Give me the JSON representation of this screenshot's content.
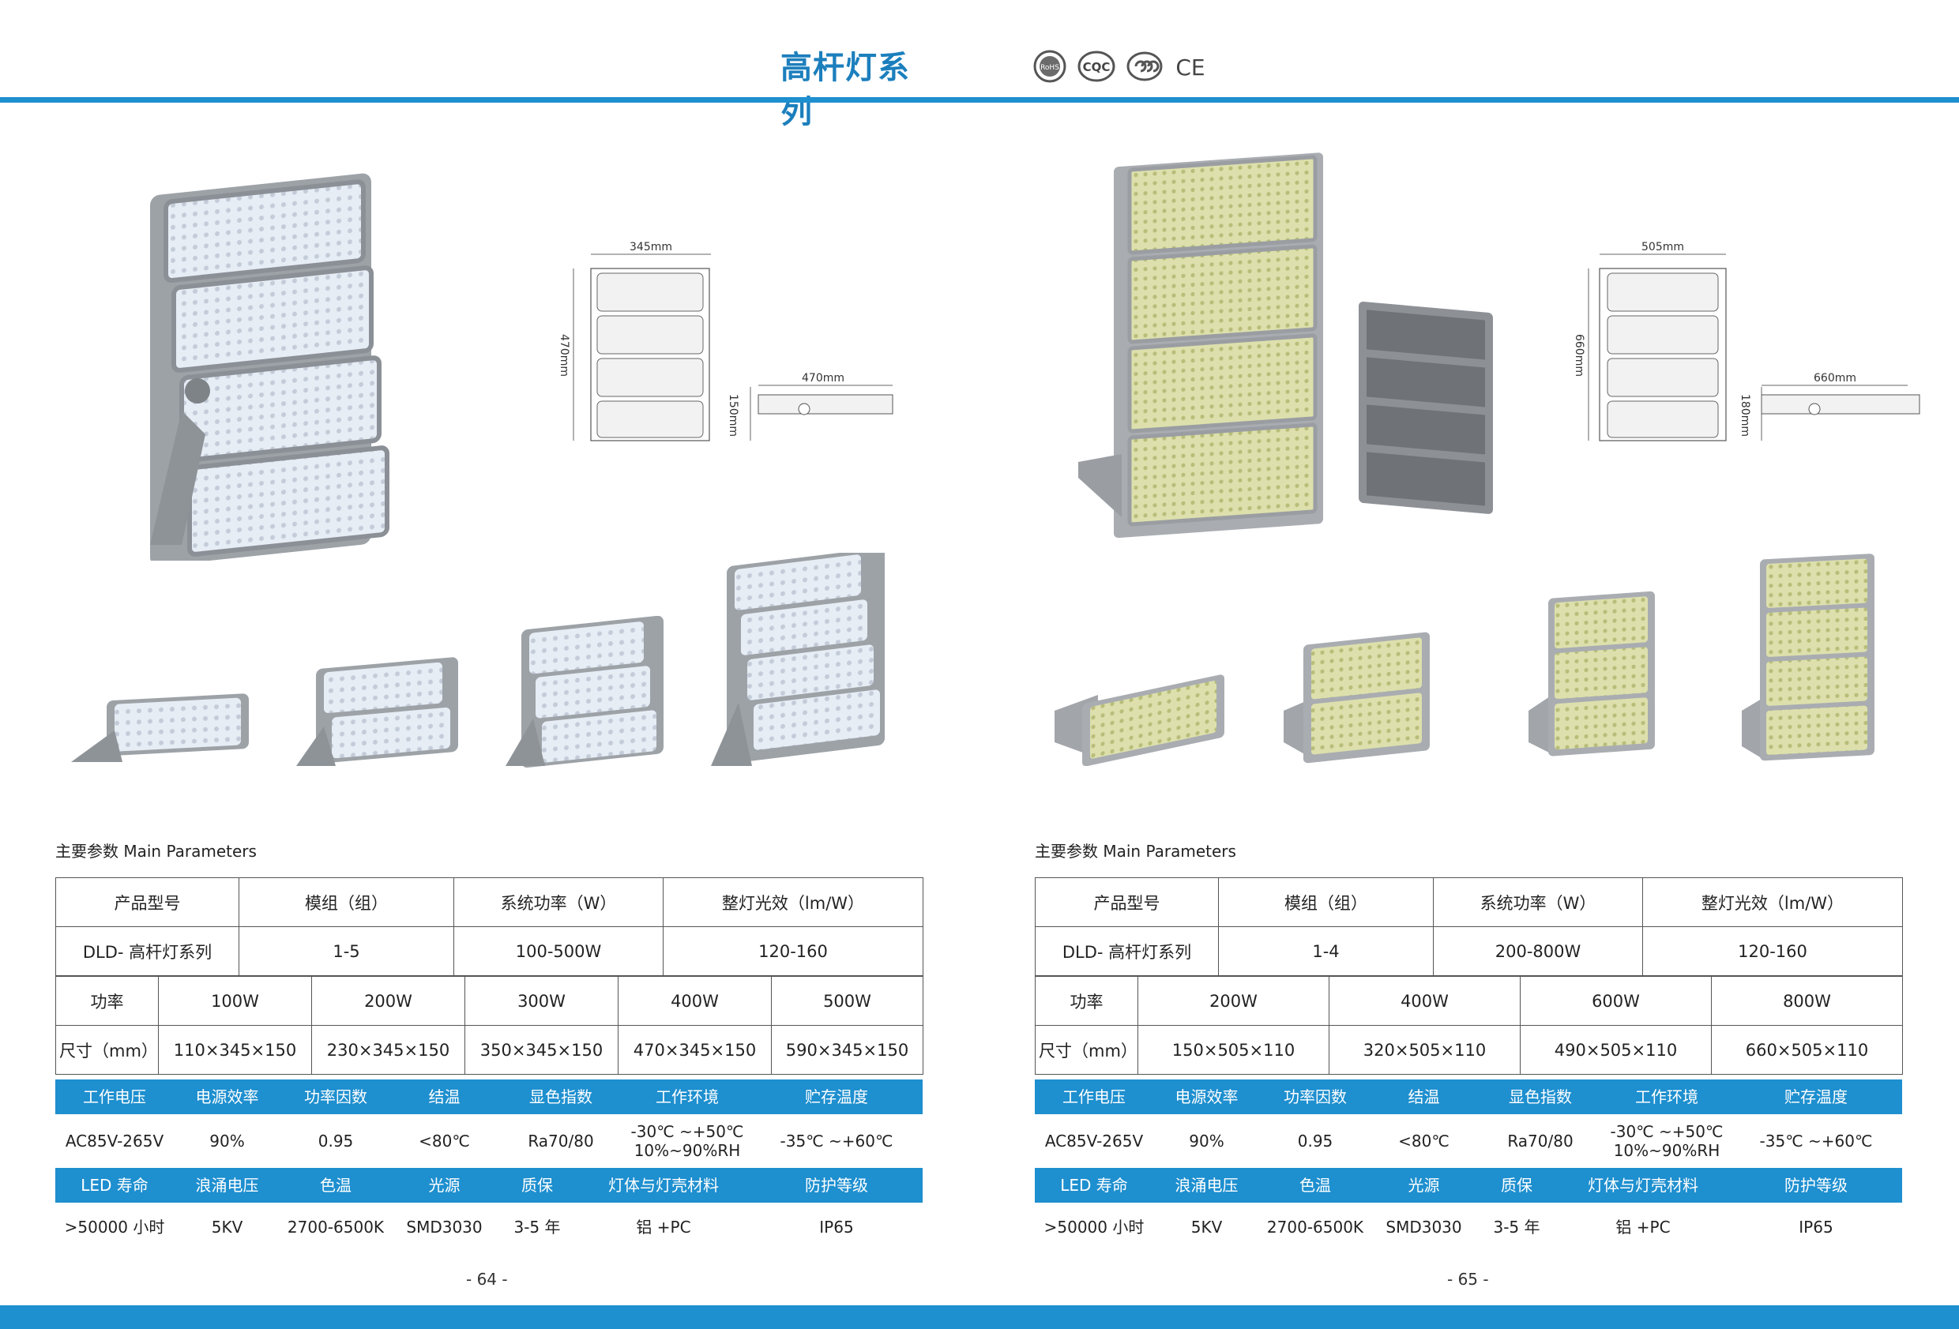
{
  "header": {
    "series_title": "高杆灯系列",
    "certifications": [
      "RoHS",
      "CQC",
      "CCC",
      "CE"
    ]
  },
  "colors": {
    "accent": "#1e8fcf",
    "title": "#1c7fbd",
    "panel_cool": "#dfe6f0",
    "panel_warm": "#d3d89a",
    "housing": "#a9adb1"
  },
  "pages": [
    {
      "drawing": {
        "front_width": "345mm",
        "front_height": "470mm",
        "side_width": "470mm",
        "side_height": "150mm"
      },
      "section_title": "主要参数 Main Parameters",
      "table1": {
        "headers": [
          "产品型号",
          "模组（组）",
          "系统功率（W）",
          "整灯光效（lm/W）"
        ],
        "row": [
          "DLD- 高杆灯系列",
          "1-5",
          "100-500W",
          "120-160"
        ]
      },
      "table2": {
        "power_label": "功率",
        "powers": [
          "100W",
          "200W",
          "300W",
          "400W",
          "500W"
        ],
        "size_label": "尺寸（mm）",
        "sizes": [
          "110×345×150",
          "230×345×150",
          "350×345×150",
          "470×345×150",
          "590×345×150"
        ]
      },
      "info1": {
        "headers": [
          "工作电压",
          "电源效率",
          "功率因数",
          "结温",
          "显色指数",
          "工作环境",
          "贮存温度"
        ],
        "values": [
          "AC85V-265V",
          "90%",
          "0.95",
          "<80℃",
          "Ra70/80",
          "-30℃ ~+50℃",
          "-35℃ ~+60℃"
        ],
        "env_humidity": "10%~90%RH"
      },
      "info2": {
        "headers": [
          "LED 寿命",
          "浪涌电压",
          "色温",
          "光源",
          "质保",
          "灯体与灯壳材料",
          "防护等级"
        ],
        "values": [
          ">50000 小时",
          "5KV",
          "2700-6500K",
          "SMD3030",
          "3-5 年",
          "铝 +PC",
          "IP65"
        ]
      },
      "page_number": "- 64 -"
    },
    {
      "drawing": {
        "front_width": "505mm",
        "front_height": "660mm",
        "side_width": "660mm",
        "side_height": "180mm"
      },
      "section_title": "主要参数 Main Parameters",
      "table1": {
        "headers": [
          "产品型号",
          "模组（组）",
          "系统功率（W）",
          "整灯光效（lm/W）"
        ],
        "row": [
          "DLD- 高杆灯系列",
          "1-4",
          "200-800W",
          "120-160"
        ]
      },
      "table2": {
        "power_label": "功率",
        "powers": [
          "200W",
          "400W",
          "600W",
          "800W"
        ],
        "size_label": "尺寸（mm）",
        "sizes": [
          "150×505×110",
          "320×505×110",
          "490×505×110",
          "660×505×110"
        ]
      },
      "info1": {
        "headers": [
          "工作电压",
          "电源效率",
          "功率因数",
          "结温",
          "显色指数",
          "工作环境",
          "贮存温度"
        ],
        "values": [
          "AC85V-265V",
          "90%",
          "0.95",
          "<80℃",
          "Ra70/80",
          "-30℃ ~+50℃",
          "-35℃ ~+60℃"
        ],
        "env_humidity": "10%~90%RH"
      },
      "info2": {
        "headers": [
          "LED 寿命",
          "浪涌电压",
          "色温",
          "光源",
          "质保",
          "灯体与灯壳材料",
          "防护等级"
        ],
        "values": [
          ">50000 小时",
          "5KV",
          "2700-6500K",
          "SMD3030",
          "3-5 年",
          "铝 +PC",
          "IP65"
        ]
      },
      "page_number": "- 65 -"
    }
  ]
}
